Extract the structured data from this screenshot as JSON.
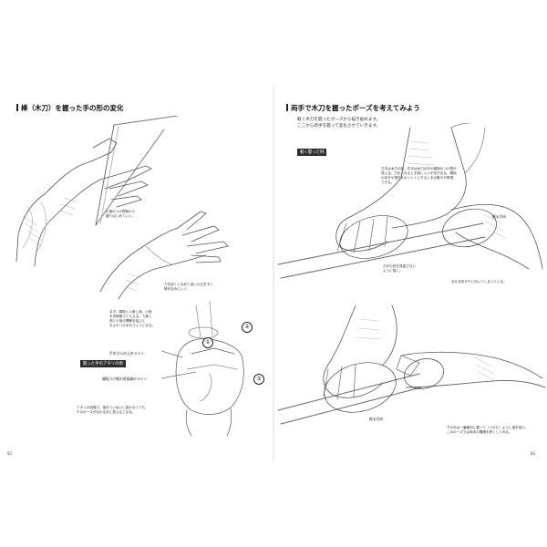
{
  "left": {
    "heading": "棒（木刀）を握った手の形の変化",
    "notes": {
      "tips": "小指のつけ根側から\n握りはじめていく。",
      "strong": "力を抜くと丸めて深い九五をすに\n棒を包みにいく。",
      "lines": "まず、親指と人差し指、小指\nを内側側でとらえる。人差し\n指と小指の関節を結ぶと\nおよそハの字のラインになる。",
      "bottom": "アタリの段階で、指をていねいに描かなくても、\nそのポーズが伝わる手に見えるとなる。"
    },
    "tag": "握った手のアタリの例",
    "label_palm": "手のひらの上のライン",
    "label_thumb": "親指つけ根の母指球のライン",
    "numbers": [
      "①",
      "②",
      "③"
    ],
    "folio": "82"
  },
  "right": {
    "heading": "両手で木刀を握ったポーズを考えてみよう",
    "lead": "軽く木刀を握ったポーズから描き始めます。\nここから両手を握って変化させていきます。",
    "tag": "軽く握った例",
    "notes": {
      "top": "左手は木刀の弦、右手は木刀の手の親指のつけ根が\n見える。力を入れると手首にスジが浮き出る。親指\nの向きや指先をポイントにすると手の動きが表現\nできる。",
      "mid1": "力がの形を見逃さない\nように描く。",
      "mid2": "あかま肘が下に向いてしまっている。",
      "bottom": "下の手は一番最初に握って（つかむ）ように指を使い、\nこのポーズでは両手の間隔を狭くしてみる。"
    },
    "label_grip1": "絞る方向",
    "label_grip2": "絞る方向",
    "folio": "83"
  }
}
